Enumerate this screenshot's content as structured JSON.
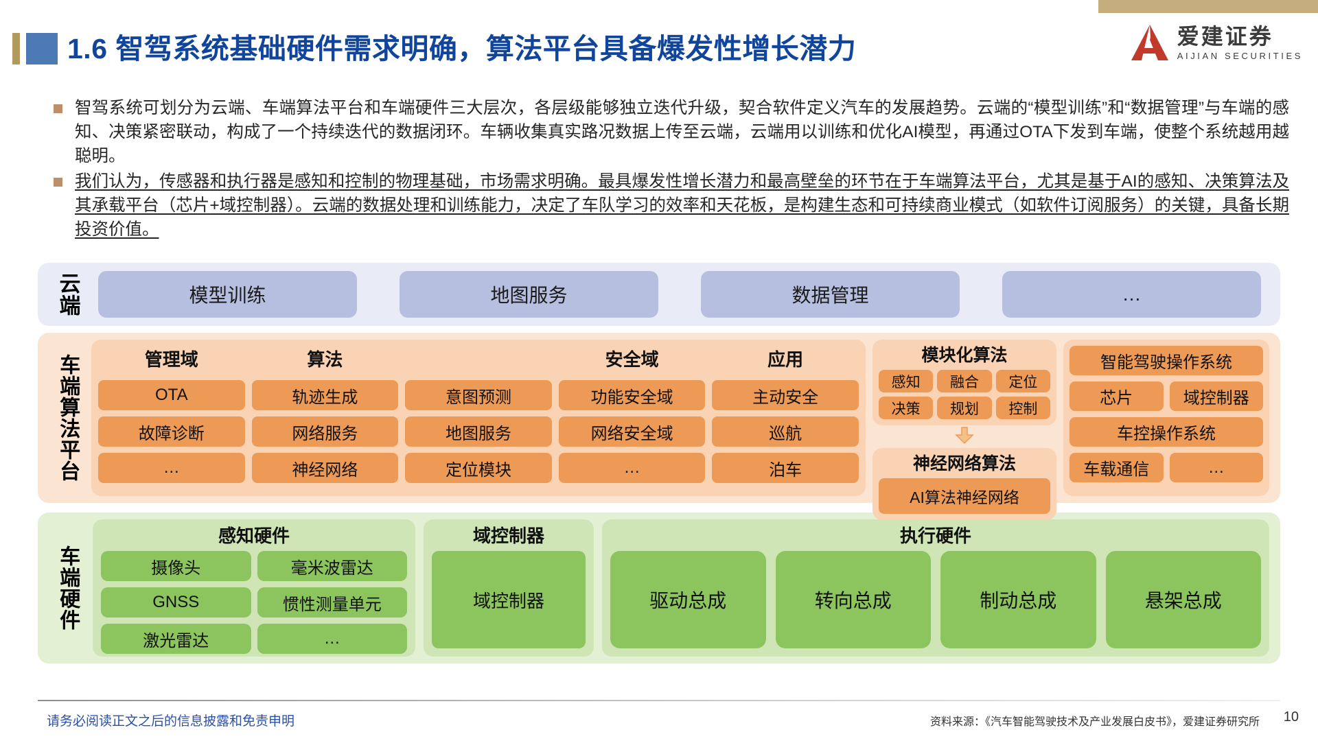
{
  "header": {
    "title": "1.6 智驾系统基础硬件需求明确，算法平台具备爆发性增长潜力",
    "logo_cn": "爱建证券",
    "logo_en": "AIJIAN SECURITIES",
    "accent_blue": "#11449b",
    "accent_gold": "#c6ad7e",
    "logo_red": "#c0392b"
  },
  "bullets": [
    {
      "text": "智驾系统可划分为云端、车端算法平台和车端硬件三大层次，各层级能够独立迭代升级，契合软件定义汽车的发展趋势。云端的“模型训练”和“数据管理”与车端的感知、决策紧密联动，构成了一个持续迭代的数据闭环。车辆收集真实路况数据上传至云端，云端用以训练和优化AI模型，再通过OTA下发到车端，使整个系统越用越聪明。",
      "underlined": false
    },
    {
      "text": "我们认为，传感器和执行器是感知和控制的物理基础，市场需求明确。最具爆发性增长潜力和最高壁垒的环节在于车端算法平台，尤其是基于AI的感知、决策算法及其承载平台（芯片+域控制器）。云端的数据处理和训练能力，决定了车队学习的效率和天花板，是构建生态和可持续商业模式（如软件订阅服务）的关键，具备长期投资价值。",
      "underlined": true
    }
  ],
  "arch": {
    "cloud": {
      "label": "云端",
      "bg": "#e9ecf7",
      "chip_bg": "#b7bfe0",
      "items": [
        "模型训练",
        "地图服务",
        "数据管理",
        "…"
      ]
    },
    "algorithm": {
      "label": "车端算法平台",
      "bg": "#fbe5d2",
      "panel_bg": "#f9d3b4",
      "chip_bg": "#ee9a57",
      "columns": [
        {
          "head": "管理域",
          "items": [
            "OTA",
            "故障诊断",
            "…"
          ]
        },
        {
          "head": "算法",
          "items": [
            "轨迹生成",
            "网络服务",
            "神经网络"
          ]
        },
        {
          "head": "",
          "items": [
            "意图预测",
            "地图服务",
            "定位模块"
          ]
        },
        {
          "head": "安全域",
          "items": [
            "功能安全域",
            "网络安全域",
            "…"
          ]
        },
        {
          "head": "应用",
          "items": [
            "主动安全",
            "巡航",
            "泊车"
          ]
        }
      ],
      "modular": {
        "title": "模块化算法",
        "items": [
          "感知",
          "融合",
          "定位",
          "决策",
          "规划",
          "控制"
        ]
      },
      "neural": {
        "title": "神经网络算法",
        "items": [
          "AI算法神经网络"
        ]
      },
      "os": {
        "rows": [
          [
            "智能驾驶操作系统"
          ],
          [
            "芯片",
            "域控制器"
          ],
          [
            "车控操作系统"
          ],
          [
            "车载通信",
            "…"
          ]
        ]
      }
    },
    "hardware": {
      "label": "车端硬件",
      "bg": "#e3f0d4",
      "panel_bg": "#cfe5b6",
      "chip_bg": "#8cc45e",
      "sense": {
        "title": "感知硬件",
        "items": [
          "摄像头",
          "毫米波雷达",
          "GNSS",
          "惯性测量单元",
          "激光雷达",
          "…"
        ]
      },
      "dcu": {
        "title": "域控制器",
        "items": [
          "域控制器"
        ]
      },
      "actuator": {
        "title": "执行硬件",
        "items": [
          "驱动总成",
          "转向总成",
          "制动总成",
          "悬架总成"
        ]
      }
    }
  },
  "footer": {
    "disclaimer": "请务必阅读正文之后的信息披露和免责申明",
    "source": "资料来源：《汽车智能驾驶技术及产业发展白皮书》，爱建证券研究所",
    "page_number": "10"
  }
}
